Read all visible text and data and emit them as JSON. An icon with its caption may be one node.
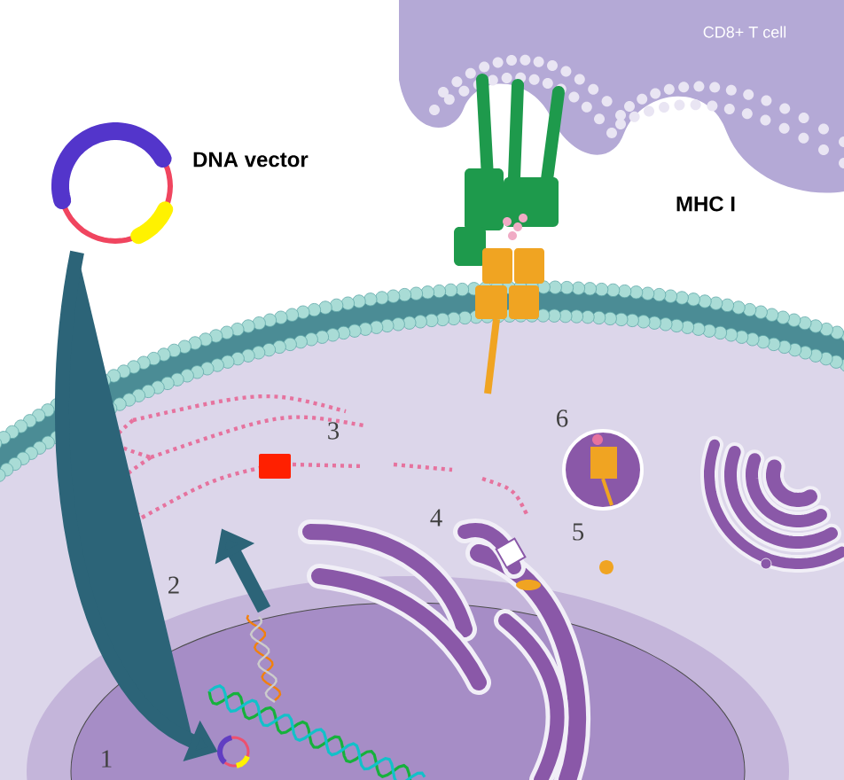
{
  "diagram": {
    "nodes": [
      {
        "text": [
          "CD8+ T cell"
        ]
      },
      {
        "text": [],
        "shape": "picture",
        "beside": [
          "DNA vector"
        ]
      },
      {
        "text": [],
        "shape": "picture"
      },
      {
        "text": [],
        "shape": "picture"
      },
      {
        "text": [],
        "shape": "picture"
      }
    ],
    "edges": [
      {
        "from": 1,
        "to": 3,
        "arrow": "to"
      },
      {
        "from": 2,
        "to": 4,
        "arrow": "to"
      }
    ],
    "labels": [
      "MHC I",
      "1",
      "2",
      "3",
      "4",
      "5",
      "6"
    ]
  }
}
